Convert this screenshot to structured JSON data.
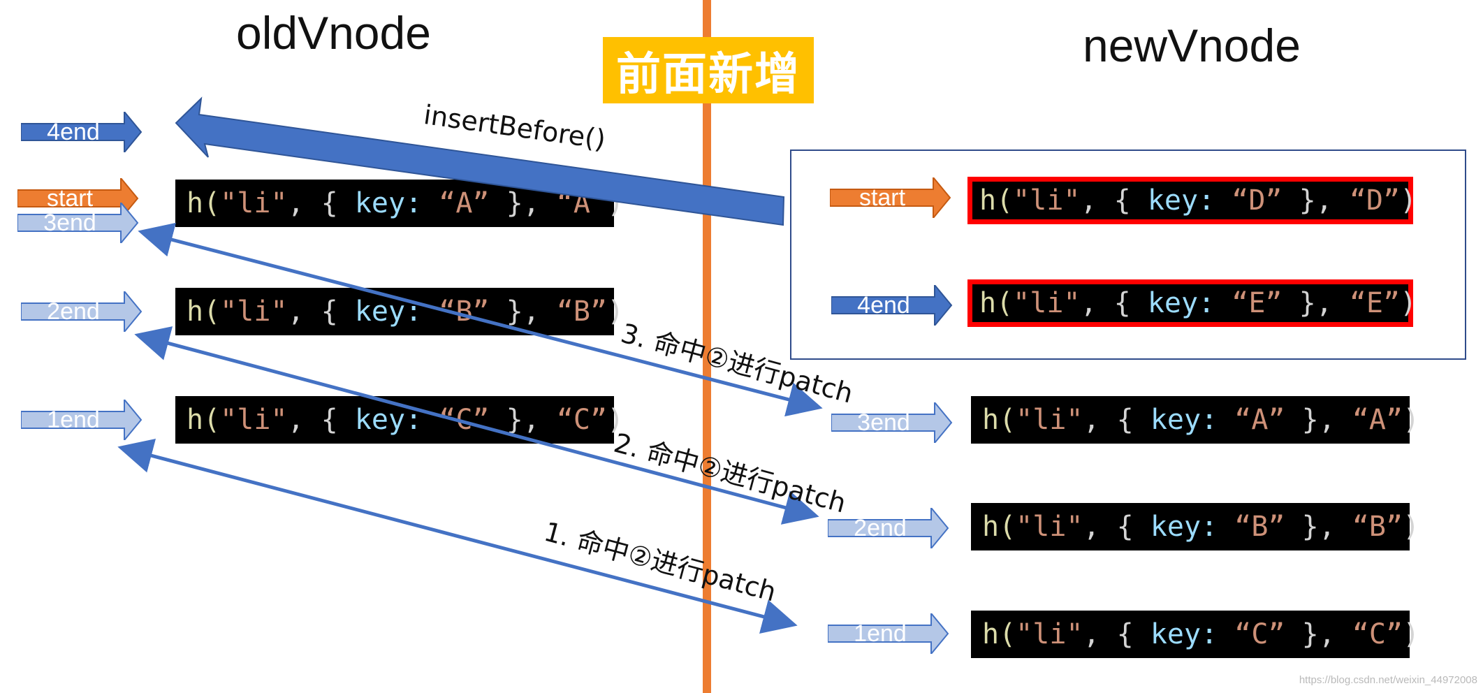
{
  "titles": {
    "old": "oldVnode",
    "new": "newVnode"
  },
  "badge": "前面新增",
  "insert_label": "insertBefore()",
  "old_nodes": [
    {
      "prefix": "h(",
      "tag": "\"li\"",
      "sep1": ", { ",
      "key_label": "key:",
      "key_value": " “A”",
      "close": " }, ",
      "text": "“A”",
      "end": ")"
    },
    {
      "prefix": "h(",
      "tag": "\"li\"",
      "sep1": ", { ",
      "key_label": "key:",
      "key_value": " “B”",
      "close": " }, ",
      "text": "“B”",
      "end": ")"
    },
    {
      "prefix": "h(",
      "tag": "\"li\"",
      "sep1": ", { ",
      "key_label": "key:",
      "key_value": " “C”",
      "close": " }, ",
      "text": "“C”",
      "end": ")"
    }
  ],
  "new_nodes": [
    {
      "prefix": "h(",
      "tag": "\"li\"",
      "sep1": ", { ",
      "key_label": "key:",
      "key_value": " “D”",
      "close": " }, ",
      "text": "“D”",
      "end": ")"
    },
    {
      "prefix": "h(",
      "tag": "\"li\"",
      "sep1": ", { ",
      "key_label": "key:",
      "key_value": " “E”",
      "close": " }, ",
      "text": "“E”",
      "end": ")"
    },
    {
      "prefix": "h(",
      "tag": "\"li\"",
      "sep1": ", { ",
      "key_label": "key:",
      "key_value": " “A”",
      "close": " }, ",
      "text": "“A”",
      "end": ")"
    },
    {
      "prefix": "h(",
      "tag": "\"li\"",
      "sep1": ", { ",
      "key_label": "key:",
      "key_value": " “B”",
      "close": " }, ",
      "text": "“B”",
      "end": ")"
    },
    {
      "prefix": "h(",
      "tag": "\"li\"",
      "sep1": ", { ",
      "key_label": "key:",
      "key_value": " “C”",
      "close": " }, ",
      "text": "“C”",
      "end": ")"
    }
  ],
  "old_pointers": [
    {
      "label": "4end",
      "color": "#4472c4"
    },
    {
      "label": "start",
      "color": "#ed7d31"
    },
    {
      "label": "3end",
      "color": "#b4c7e7"
    },
    {
      "label": "2end",
      "color": "#b4c7e7"
    },
    {
      "label": "1end",
      "color": "#b4c7e7"
    }
  ],
  "new_pointers": [
    {
      "label": "start",
      "color": "#ed7d31"
    },
    {
      "label": "4end",
      "color": "#4472c4"
    },
    {
      "label": "3end",
      "color": "#b4c7e7"
    },
    {
      "label": "2end",
      "color": "#b4c7e7"
    },
    {
      "label": "1end",
      "color": "#b4c7e7"
    }
  ],
  "match_labels": [
    "3. 命中②进行patch",
    "2. 命中②进行patch",
    "1. 命中②进行patch"
  ],
  "colors": {
    "arrow": "#4472c4",
    "divider": "#ed7d31",
    "badge": "#ffc000",
    "highlight": "#ff0000"
  },
  "watermark": "https://blog.csdn.net/weixin_44972008"
}
